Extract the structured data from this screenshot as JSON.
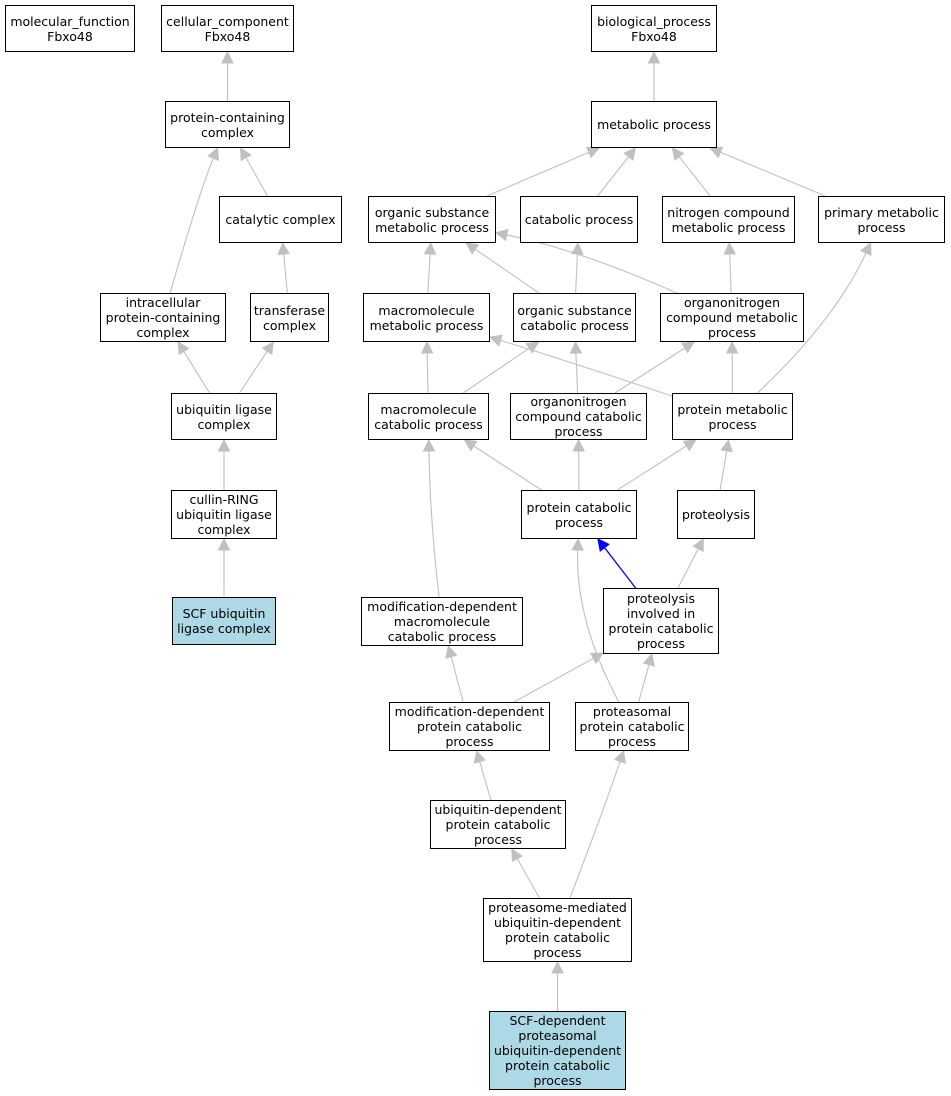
{
  "colors": {
    "edge": "#c0c0c0",
    "edge_highlight": "#0000ff",
    "node_border": "#000000",
    "node_fill": "#ffffff",
    "node_highlight_fill": "#add8e6"
  },
  "nodes": [
    {
      "id": "mf",
      "lines": [
        "molecular_function",
        "Fbxo48"
      ],
      "highlight": false
    },
    {
      "id": "cc",
      "lines": [
        "cellular_component",
        "Fbxo48"
      ],
      "highlight": false
    },
    {
      "id": "bp",
      "lines": [
        "biological_process",
        "Fbxo48"
      ],
      "highlight": false
    },
    {
      "id": "pcc",
      "lines": [
        "protein-containing",
        "complex"
      ],
      "highlight": false
    },
    {
      "id": "metab",
      "lines": [
        "metabolic process"
      ],
      "highlight": false
    },
    {
      "id": "catcx",
      "lines": [
        "catalytic complex"
      ],
      "highlight": false
    },
    {
      "id": "osm",
      "lines": [
        "organic substance",
        "metabolic process"
      ],
      "highlight": false
    },
    {
      "id": "catab",
      "lines": [
        "catabolic process"
      ],
      "highlight": false
    },
    {
      "id": "ncm",
      "lines": [
        "nitrogen compound",
        "metabolic process"
      ],
      "highlight": false
    },
    {
      "id": "pmp",
      "lines": [
        "primary metabolic",
        "process"
      ],
      "highlight": false
    },
    {
      "id": "ipcc",
      "lines": [
        "intracellular",
        "protein-containing",
        "complex"
      ],
      "highlight": false
    },
    {
      "id": "tcx",
      "lines": [
        "transferase",
        "complex"
      ],
      "highlight": false
    },
    {
      "id": "mmp",
      "lines": [
        "macromolecule",
        "metabolic process"
      ],
      "highlight": false
    },
    {
      "id": "oscp",
      "lines": [
        "organic substance",
        "catabolic process"
      ],
      "highlight": false
    },
    {
      "id": "ocmp",
      "lines": [
        "organonitrogen",
        "compound metabolic",
        "process"
      ],
      "highlight": false
    },
    {
      "id": "ulc",
      "lines": [
        "ubiquitin ligase",
        "complex"
      ],
      "highlight": false
    },
    {
      "id": "mcp",
      "lines": [
        "macromolecule",
        "catabolic process"
      ],
      "highlight": false
    },
    {
      "id": "occp",
      "lines": [
        "organonitrogen",
        "compound catabolic",
        "process"
      ],
      "highlight": false
    },
    {
      "id": "protmp",
      "lines": [
        "protein metabolic",
        "process"
      ],
      "highlight": false
    },
    {
      "id": "crl",
      "lines": [
        "cullin-RING",
        "ubiquitin ligase",
        "complex"
      ],
      "highlight": false
    },
    {
      "id": "pcp",
      "lines": [
        "protein catabolic",
        "process"
      ],
      "highlight": false
    },
    {
      "id": "proteo",
      "lines": [
        "proteolysis"
      ],
      "highlight": false
    },
    {
      "id": "scf",
      "lines": [
        "SCF ubiquitin",
        "ligase complex"
      ],
      "highlight": true
    },
    {
      "id": "mdmcp",
      "lines": [
        "modification-dependent",
        "macromolecule",
        "catabolic process"
      ],
      "highlight": false
    },
    {
      "id": "pipcp",
      "lines": [
        "proteolysis",
        "involved in",
        "protein catabolic",
        "process"
      ],
      "highlight": false
    },
    {
      "id": "mdpcp",
      "lines": [
        "modification-dependent",
        "protein catabolic",
        "process"
      ],
      "highlight": false
    },
    {
      "id": "ppcp",
      "lines": [
        "proteasomal",
        "protein catabolic",
        "process"
      ],
      "highlight": false
    },
    {
      "id": "udpcp",
      "lines": [
        "ubiquitin-dependent",
        "protein catabolic",
        "process"
      ],
      "highlight": false
    },
    {
      "id": "pmudpcp",
      "lines": [
        "proteasome-mediated",
        "ubiquitin-dependent",
        "protein catabolic",
        "process"
      ],
      "highlight": false
    },
    {
      "id": "scfdep",
      "lines": [
        "SCF-dependent",
        "proteasomal",
        "ubiquitin-dependent",
        "protein catabolic",
        "process"
      ],
      "highlight": true
    }
  ],
  "edges": [
    {
      "from": "pcc",
      "to": "cc"
    },
    {
      "from": "metab",
      "to": "bp"
    },
    {
      "from": "catcx",
      "to": "pcc"
    },
    {
      "from": "ipcc",
      "to": "pcc"
    },
    {
      "from": "osm",
      "to": "metab"
    },
    {
      "from": "catab",
      "to": "metab"
    },
    {
      "from": "ncm",
      "to": "metab"
    },
    {
      "from": "pmp",
      "to": "metab"
    },
    {
      "from": "tcx",
      "to": "catcx"
    },
    {
      "from": "mmp",
      "to": "osm"
    },
    {
      "from": "oscp",
      "to": "osm"
    },
    {
      "from": "ocmp",
      "to": "osm"
    },
    {
      "from": "oscp",
      "to": "catab"
    },
    {
      "from": "ocmp",
      "to": "ncm"
    },
    {
      "from": "ulc",
      "to": "ipcc"
    },
    {
      "from": "ulc",
      "to": "tcx"
    },
    {
      "from": "mcp",
      "to": "mmp"
    },
    {
      "from": "mcp",
      "to": "oscp"
    },
    {
      "from": "occp",
      "to": "oscp"
    },
    {
      "from": "occp",
      "to": "ocmp"
    },
    {
      "from": "protmp",
      "to": "mmp"
    },
    {
      "from": "protmp",
      "to": "ocmp"
    },
    {
      "from": "protmp",
      "to": "pmp"
    },
    {
      "from": "crl",
      "to": "ulc"
    },
    {
      "from": "pcp",
      "to": "mcp"
    },
    {
      "from": "pcp",
      "to": "occp"
    },
    {
      "from": "pcp",
      "to": "protmp"
    },
    {
      "from": "proteo",
      "to": "protmp"
    },
    {
      "from": "scf",
      "to": "crl"
    },
    {
      "from": "mdmcp",
      "to": "mcp"
    },
    {
      "from": "pipcp",
      "to": "pcp",
      "highlight": true
    },
    {
      "from": "pipcp",
      "to": "proteo"
    },
    {
      "from": "mdpcp",
      "to": "mdmcp"
    },
    {
      "from": "mdpcp",
      "to": "pipcp"
    },
    {
      "from": "ppcp",
      "to": "pipcp"
    },
    {
      "from": "ppcp",
      "to": "pcp"
    },
    {
      "from": "udpcp",
      "to": "mdpcp"
    },
    {
      "from": "pmudpcp",
      "to": "udpcp"
    },
    {
      "from": "pmudpcp",
      "to": "ppcp"
    },
    {
      "from": "scfdep",
      "to": "pmudpcp"
    }
  ]
}
